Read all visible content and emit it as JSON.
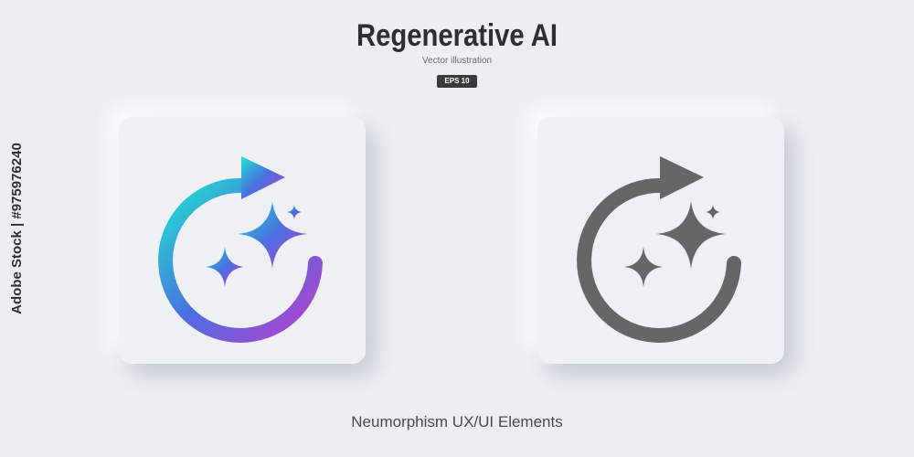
{
  "header": {
    "title": "Regenerative AI",
    "subtitle": "Vector illustration",
    "badge": "EPS 10"
  },
  "caption": "Neumorphism UX/UI Elements",
  "watermark": "Adobe Stock | #975976240",
  "icons": {
    "left": "regenerate-sparkle-icon-gradient",
    "right": "regenerate-sparkle-icon-gray"
  },
  "colors": {
    "background": "#eceef2",
    "gradient_start": "#1fe3d0",
    "gradient_mid": "#4a6fe0",
    "gradient_end": "#b73fcf",
    "icon_gray": "#666666"
  }
}
